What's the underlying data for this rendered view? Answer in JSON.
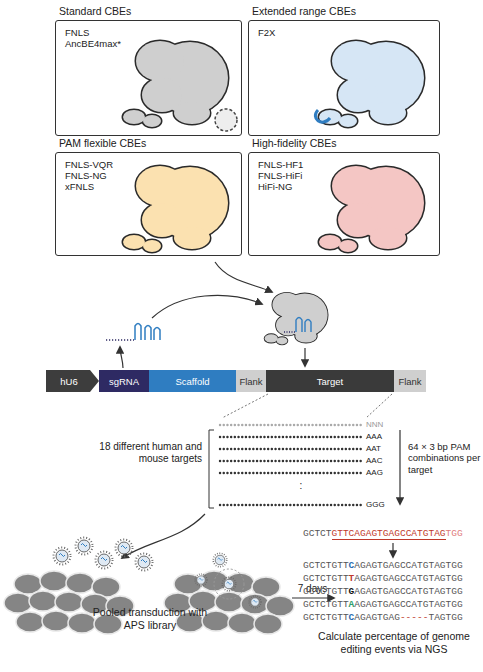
{
  "diagram": {
    "nodes": [
      {
        "text": [
          "Standard CBEs",
          "FNLS",
          "AncBE4max*"
        ]
      },
      {
        "text": [
          "Extended range CBEs",
          "F2X"
        ]
      },
      {
        "text": [
          "PAM flexible CBEs",
          "FNLS-VQR",
          "FNLS-NG",
          "xFNLS"
        ]
      },
      {
        "text": [
          "High-fidelity CBEs",
          "FNLS-HF1",
          "FNLS-HiFi",
          "HiFi-NG"
        ]
      },
      {
        "text": [
          "hU6"
        ]
      },
      {
        "text": [
          "sgRNA"
        ]
      },
      {
        "text": [
          "Scaffold"
        ]
      },
      {
        "text": [
          "Flank"
        ]
      },
      {
        "text": [
          "Target"
        ]
      },
      {
        "text": [
          "Flank"
        ]
      }
    ],
    "labels": [
      "18 different human and mouse targets",
      "64 × 3 bp PAM combinations per target",
      "NNN",
      "AAA",
      "AAT",
      "AAC",
      "AAG",
      ":",
      "GGG",
      "Pooled transduction with APS library",
      "7 days",
      "GCTCTGTTCAGAGTGAGCCATGTAGTGG",
      "GCTCTGTTCAGAGTGAGCCATGTAGTGG",
      "GCTCTGTTTAGAGTGAGCCATGTAGTGG",
      "GCTCTGTTGAGAGTGAGCCATGTAGTGG",
      "GCTCTGTTAAGAGTGAGCCATGTAGTGG",
      "GCTCTGTTCAGAGTGAG-----TAGTGG",
      "Calculate percentage of genome editing events via NGS"
    ]
  }
}
